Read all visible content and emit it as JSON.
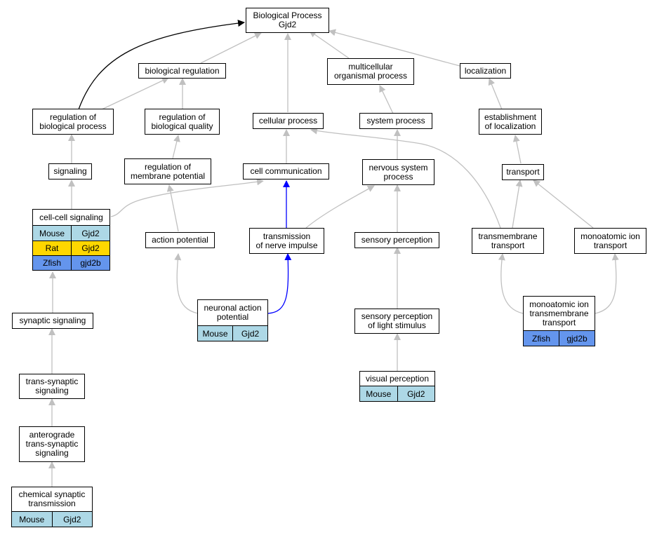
{
  "colors": {
    "edge_default": "#c0c0c0",
    "edge_black": "#000000",
    "edge_blue": "#0000ff",
    "species": {
      "Mouse": "#add8e6",
      "Rat": "#ffd700",
      "Zfish": "#6495ed"
    }
  },
  "nodes": {
    "bio_process": {
      "label": "Biological Process\nGjd2"
    },
    "bio_regulation": {
      "label": "biological regulation"
    },
    "multicellular": {
      "label": "multicellular\norganismal process"
    },
    "localization": {
      "label": "localization"
    },
    "reg_bio_process": {
      "label": "regulation of\nbiological process"
    },
    "reg_bio_quality": {
      "label": "regulation of\nbiological quality"
    },
    "cellular_process": {
      "label": "cellular process"
    },
    "system_process": {
      "label": "system process"
    },
    "establishment_loc": {
      "label": "establishment\nof localization"
    },
    "signaling": {
      "label": "signaling"
    },
    "reg_membrane": {
      "label": "regulation of\nmembrane potential"
    },
    "cell_communication": {
      "label": "cell communication"
    },
    "nervous_system": {
      "label": "nervous system\nprocess"
    },
    "transport": {
      "label": "transport"
    },
    "action_potential": {
      "label": "action potential"
    },
    "transmission_nerve": {
      "label": "transmission\nof nerve impulse"
    },
    "sensory_perception": {
      "label": "sensory perception"
    },
    "transmembrane_transport": {
      "label": "transmembrane\ntransport"
    },
    "monoatomic_transport": {
      "label": "monoatomic ion\ntransport"
    },
    "synaptic_signaling": {
      "label": "synaptic signaling"
    },
    "sensory_light": {
      "label": "sensory perception\nof light stimulus"
    },
    "trans_synaptic": {
      "label": "trans-synaptic\nsignaling"
    },
    "anterograde": {
      "label": "anterograde\ntrans-synaptic\nsignaling"
    }
  },
  "tables": {
    "cell_cell_signaling": {
      "label": "cell-cell signaling",
      "rows": [
        {
          "species": "Mouse",
          "gene": "Gjd2"
        },
        {
          "species": "Rat",
          "gene": "Gjd2"
        },
        {
          "species": "Zfish",
          "gene": "gjd2b"
        }
      ]
    },
    "neuronal_action": {
      "label": "neuronal action\npotential",
      "rows": [
        {
          "species": "Mouse",
          "gene": "Gjd2"
        }
      ]
    },
    "monoatomic_transmembrane": {
      "label": "monoatomic ion\ntransmembrane\ntransport",
      "rows": [
        {
          "species": "Zfish",
          "gene": "gjd2b"
        }
      ]
    },
    "visual_perception": {
      "label": "visual perception",
      "rows": [
        {
          "species": "Mouse",
          "gene": "Gjd2"
        }
      ]
    },
    "chemical_synaptic": {
      "label": "chemical synaptic\ntransmission",
      "rows": [
        {
          "species": "Mouse",
          "gene": "Gjd2"
        }
      ]
    }
  }
}
